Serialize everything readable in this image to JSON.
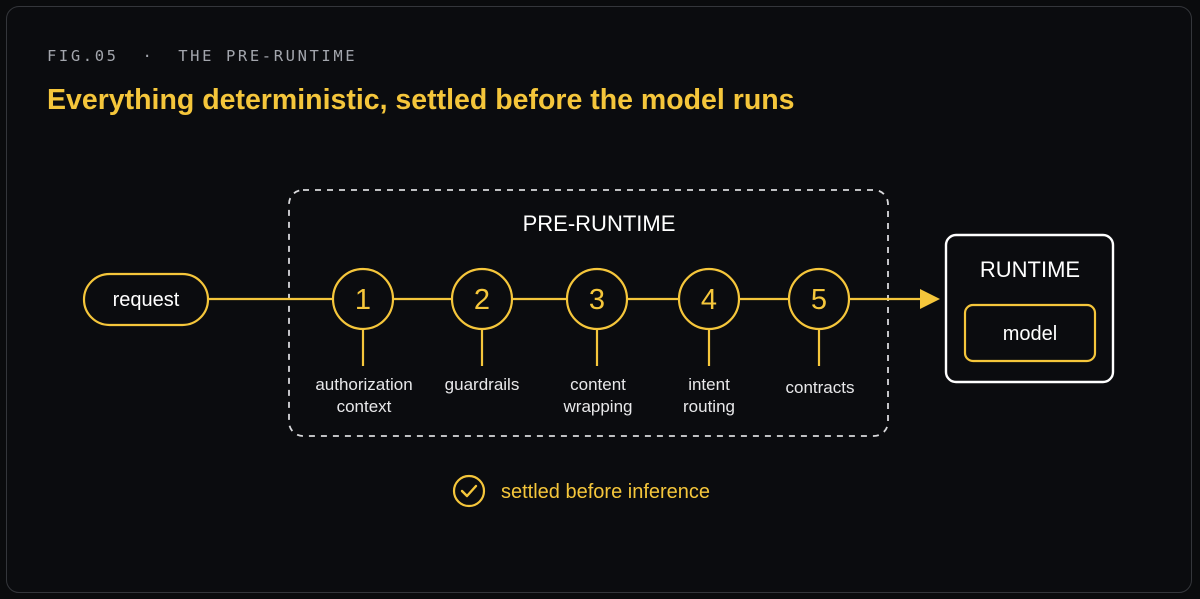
{
  "figure": {
    "label": "FIG.05  ·  THE PRE-RUNTIME",
    "headline": "Everything deterministic, settled before the model runs"
  },
  "colors": {
    "accent": "#f5c63b",
    "background": "#0b0c0f",
    "frame_border": "#34363b",
    "text": "#ffffff",
    "muted": "#a3a6ad"
  },
  "request": {
    "label": "request"
  },
  "pre_runtime": {
    "title": "PRE-RUNTIME",
    "steps": [
      {
        "number": "1",
        "label_line1": "authorization",
        "label_line2": "context"
      },
      {
        "number": "2",
        "label_line1": "guardrails",
        "label_line2": ""
      },
      {
        "number": "3",
        "label_line1": "content",
        "label_line2": "wrapping"
      },
      {
        "number": "4",
        "label_line1": "intent",
        "label_line2": "routing"
      },
      {
        "number": "5",
        "label_line1": "contracts",
        "label_line2": ""
      }
    ]
  },
  "runtime": {
    "title": "RUNTIME",
    "model_label": "model"
  },
  "footer": {
    "icon": "check-circle-icon",
    "note": "settled before inference"
  }
}
